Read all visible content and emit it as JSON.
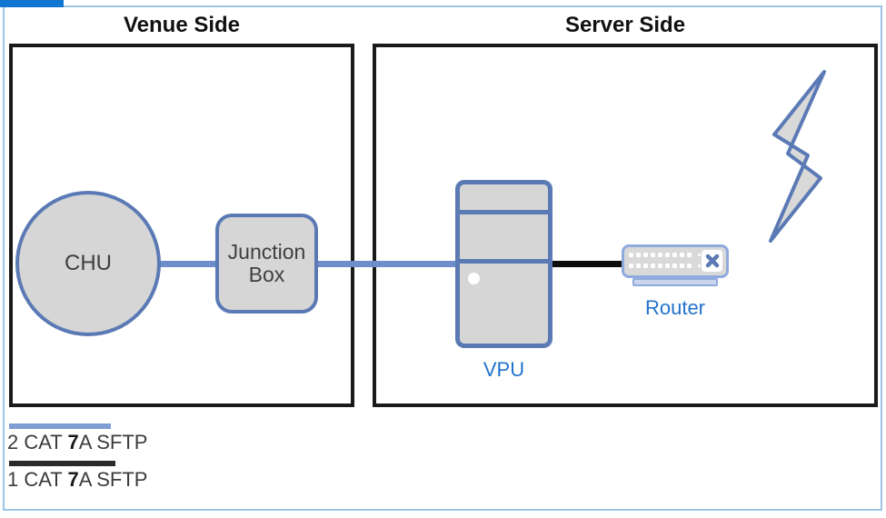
{
  "colors": {
    "frame-blue": "#9DC3E6",
    "corner-bar-blue": "#1176D2",
    "accent-slate": "#5B7AB5",
    "connector-blue": "#6E8EC9",
    "legend-blue": "#7E9DD3",
    "shape-fill": "#D6D6D6",
    "label-blue": "#2273CE",
    "router-border": "#8FAADC",
    "line-black": "#1A1A1A",
    "text-dark": "#3F3F3F"
  },
  "panels": {
    "venue": {
      "title": "Venue Side"
    },
    "server": {
      "title": "Server Side"
    }
  },
  "nodes": {
    "chu": {
      "label": "CHU"
    },
    "junction": {
      "label": "Junction Box"
    },
    "vpu": {
      "label": "VPU"
    },
    "router": {
      "label": "Router"
    }
  },
  "connections": [
    {
      "from": "CHU",
      "to": "VPU",
      "via": "Junction Box",
      "cable": "2 CAT 7A SFTP",
      "line_style": "blue"
    },
    {
      "from": "VPU",
      "to": "Router",
      "cable": "1 CAT 7A SFTP",
      "line_style": "black"
    }
  ],
  "legend": {
    "items": [
      {
        "prefix": "2 CAT ",
        "bold": "7",
        "suffix": "A SFTP",
        "line": "blue"
      },
      {
        "prefix": "1 CAT ",
        "bold": "7",
        "suffix": "A SFTP",
        "line": "black"
      }
    ]
  }
}
